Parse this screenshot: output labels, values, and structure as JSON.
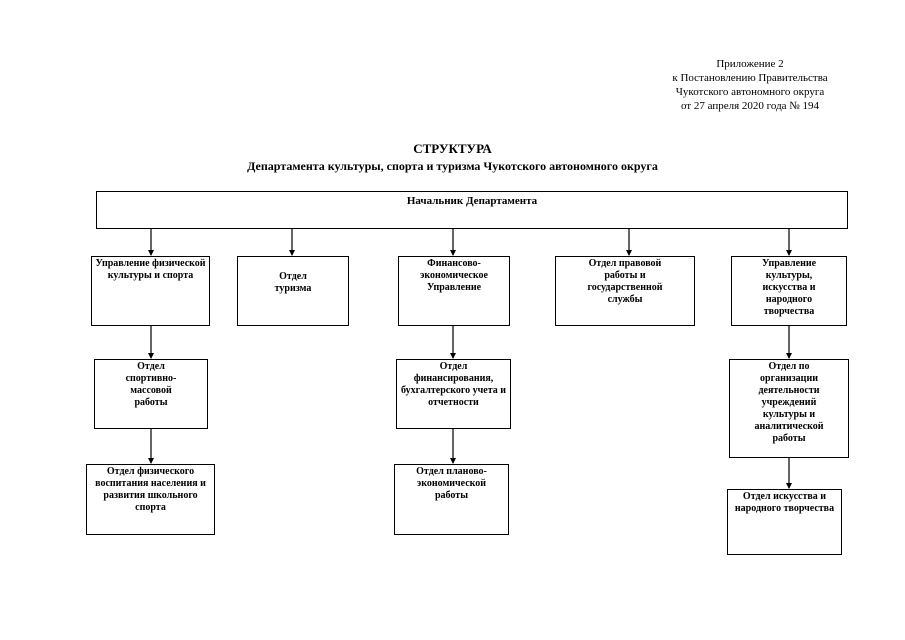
{
  "annex": {
    "line1": "Приложение 2",
    "line2": "к Постановлению Правительства",
    "line3": "Чукотского автономного округа",
    "line4": "от  27 апреля 2020 года  №  194"
  },
  "title": "СТРУКТУРА",
  "subtitle": "Департамента культуры, спорта и туризма Чукотского автономного округа",
  "head": "Начальник Департамента",
  "level1": [
    "Управление физической культуры и спорта",
    "Отдел туризма",
    "Финансово-экономическое Управление",
    "Отдел правовой работы и государственной службы",
    "Управление культуры, искусства и народного творчества"
  ],
  "level2": {
    "sport_mass": "Отдел спортивно-массовой работы",
    "finance_acc": "Отдел финансирования, бухгалтерского учета и отчетности",
    "culture_org": "Отдел по организации деятельности учреждений культуры и аналитической работы"
  },
  "level3": {
    "phys_edu": "Отдел физического воспитания населения и развития школьного спорта",
    "planning_econ": "Отдел планово-экономической работы",
    "art_folk": "Отдел искусства и народного творчества"
  }
}
